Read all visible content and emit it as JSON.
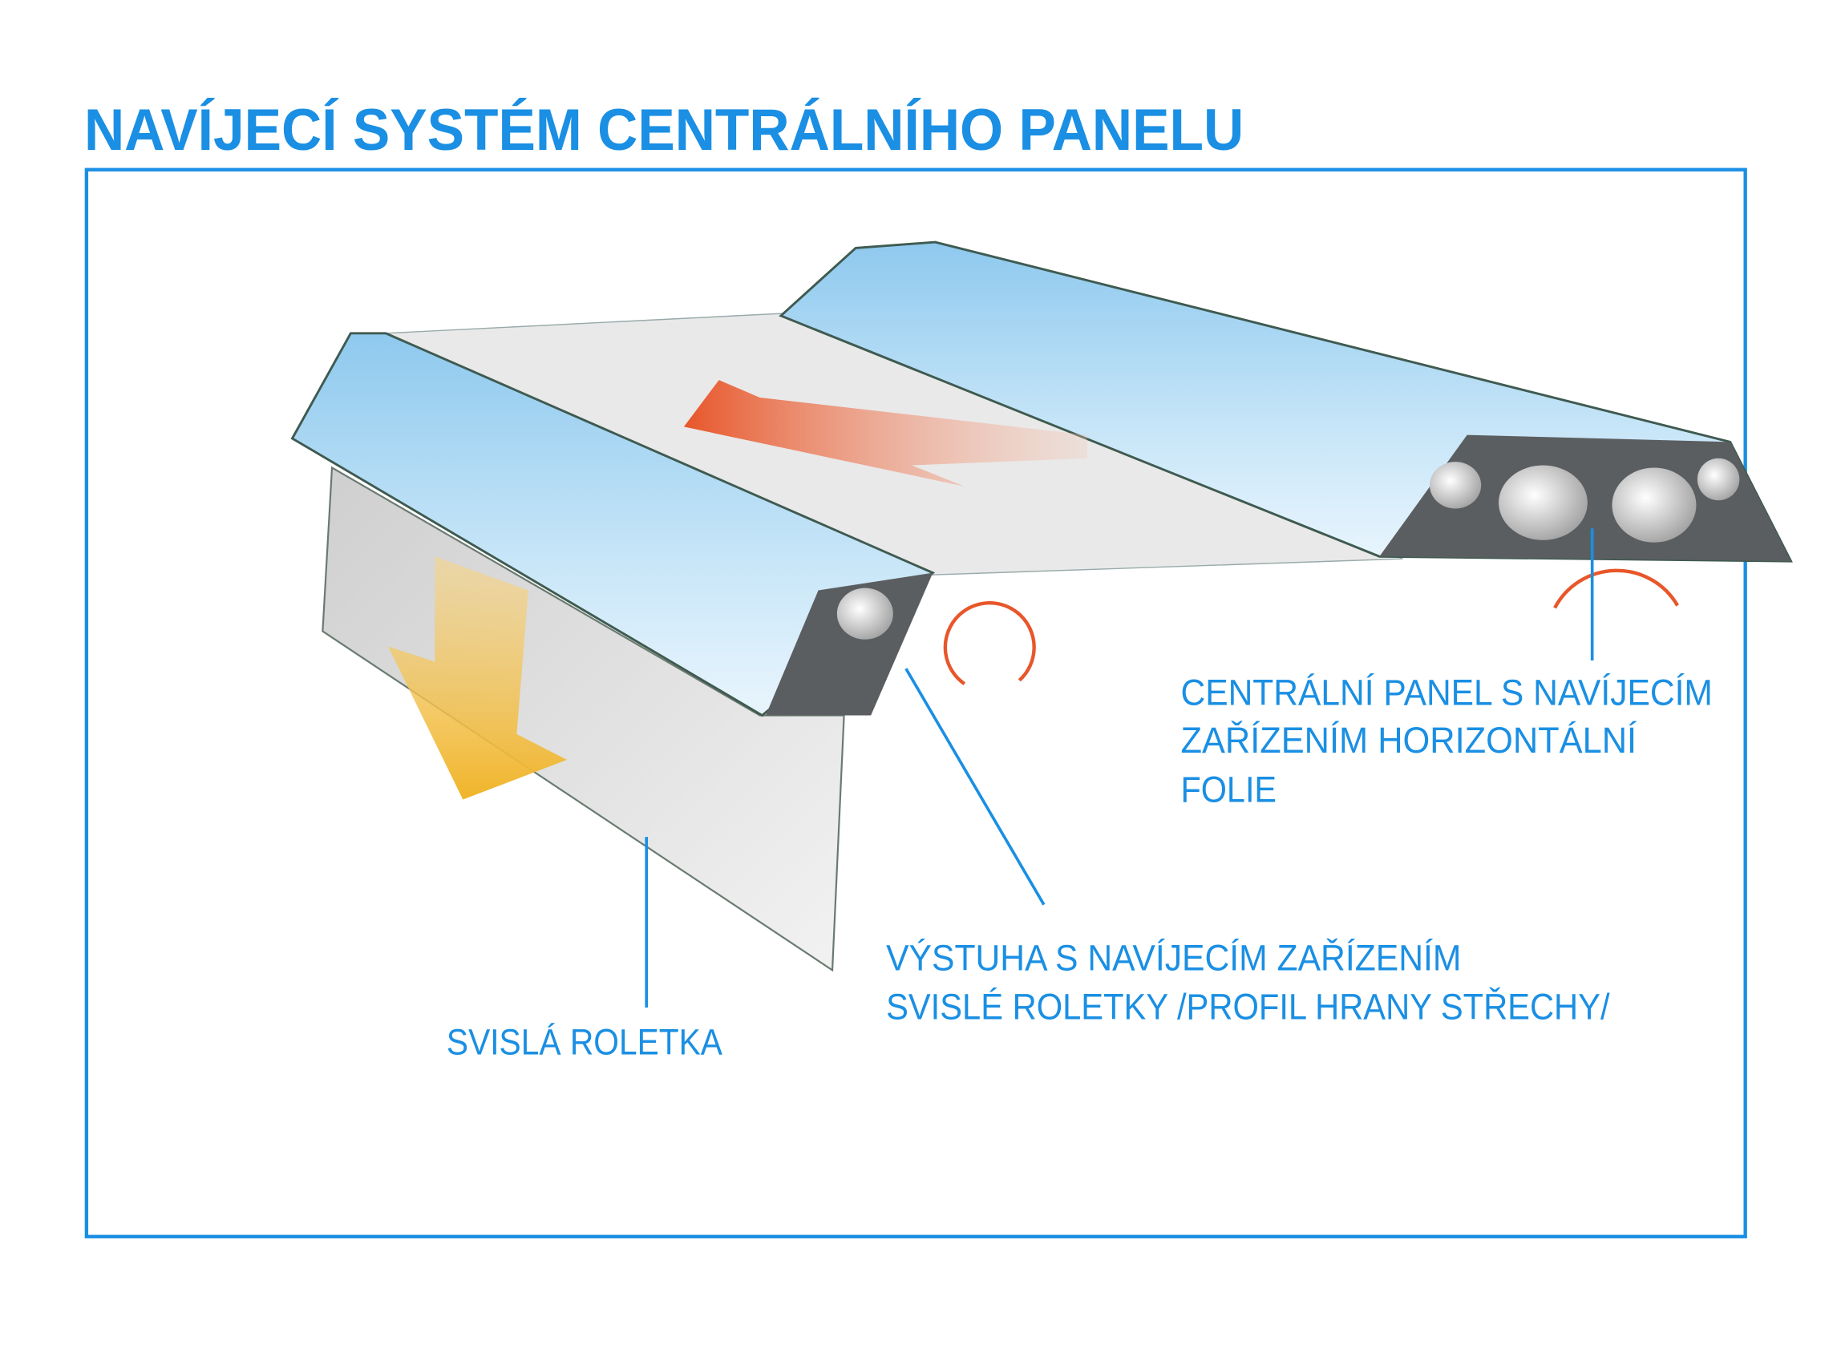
{
  "title": "NAVÍJECÍ SYSTÉM CENTRÁLNÍHO PANELU",
  "labels": {
    "central_panel": [
      "CENTRÁLNÍ PANEL S NAVÍJECÍM",
      "ZAŘÍZENÍM HORIZONTÁLNÍ",
      "FOLIE"
    ],
    "stiffener": [
      "VÝSTUHA S NAVÍJECÍM ZAŘÍZENÍM",
      "SVISLÉ ROLETKY  /PROFIL HRANY STŘECHY/"
    ],
    "vertical_blind": "SVISLÁ ROLETKA"
  },
  "colors": {
    "accent": "#1a8fe3",
    "horizontal_arrow": "#e8562a",
    "vertical_arrow": "#f0b429",
    "profile_blue": "#aed8f2"
  }
}
